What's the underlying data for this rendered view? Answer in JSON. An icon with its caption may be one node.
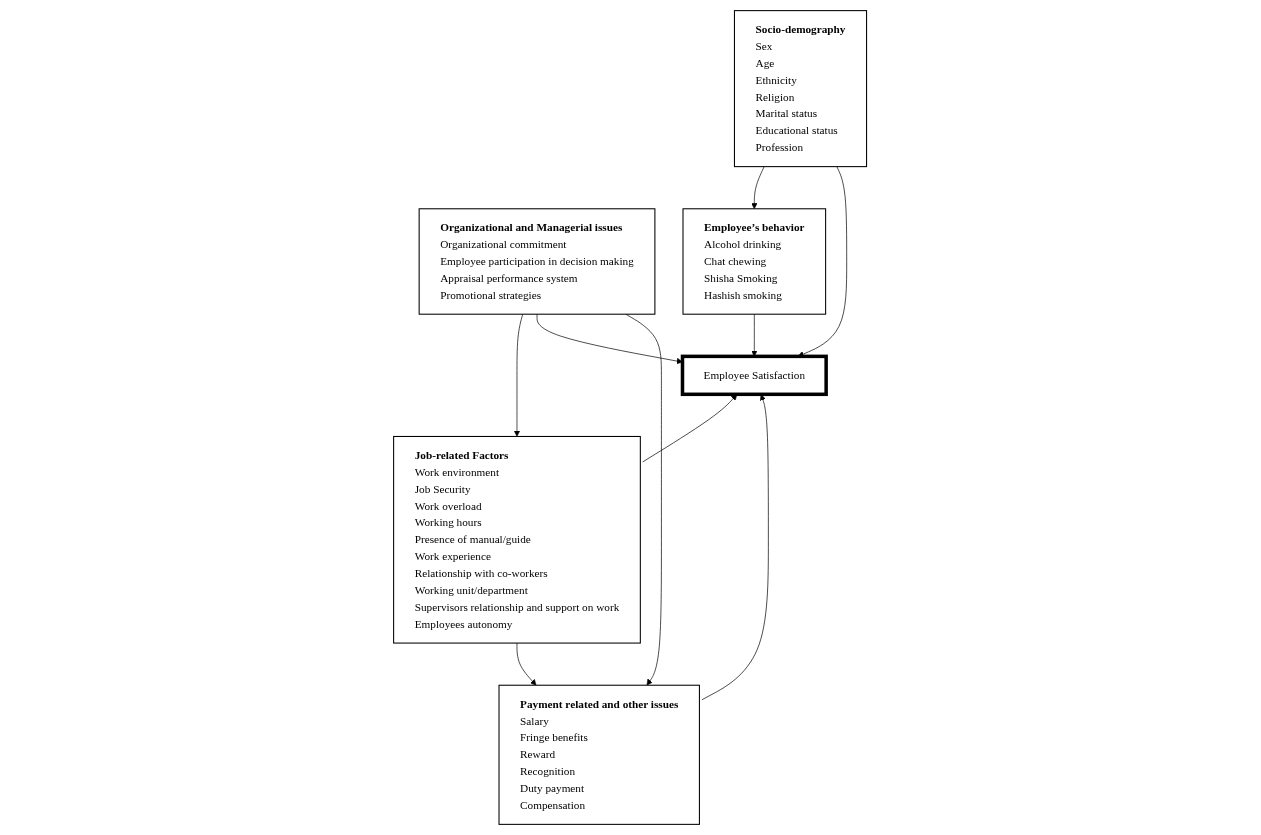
{
  "diagram": {
    "nodes": [
      {
        "text": [
          "Socio-demography",
          "Sex",
          "Age",
          "Ethnicity",
          "Religion",
          "Marital status",
          "Educational status",
          "Profession"
        ]
      },
      {
        "text": [
          "Employee’s behavior",
          "Alcohol drinking",
          "Chat chewing",
          "Shisha Smoking",
          "Hashish smoking"
        ]
      },
      {
        "text": [
          "Organizational and Managerial issues",
          "Organizational commitment",
          "Employee participation in decision making",
          "Appraisal performance system",
          "Promotional strategies"
        ]
      },
      {
        "text": [
          "Employee Satisfaction"
        ]
      },
      {
        "text": [
          "Job-related Factors",
          "Work environment",
          "Job Security",
          "Work overload",
          "Working hours",
          "Presence of manual/guide",
          "Work experience",
          "Relationship with co-workers",
          "Working unit/department",
          "Supervisors relationship and support on work",
          "Employees autonomy"
        ]
      },
      {
        "text": [
          "Payment related and other issues",
          "Salary",
          "Fringe benefits",
          "Reward",
          "Recognition",
          "Duty payment",
          "Compensation"
        ]
      }
    ],
    "edges": [
      {
        "from": 0,
        "to": 1,
        "arrow": "to"
      },
      {
        "from": 0,
        "to": 3,
        "arrow": "to"
      },
      {
        "from": 1,
        "to": 3,
        "arrow": "to"
      },
      {
        "from": 2,
        "to": 4,
        "arrow": "to"
      },
      {
        "from": 2,
        "to": 3,
        "arrow": "to"
      },
      {
        "from": 2,
        "to": 5,
        "arrow": "to"
      },
      {
        "from": 4,
        "to": 3,
        "arrow": "to"
      },
      {
        "from": 5,
        "to": 3,
        "arrow": "to"
      },
      {
        "from": 4,
        "to": 5,
        "arrow": "to"
      }
    ]
  }
}
